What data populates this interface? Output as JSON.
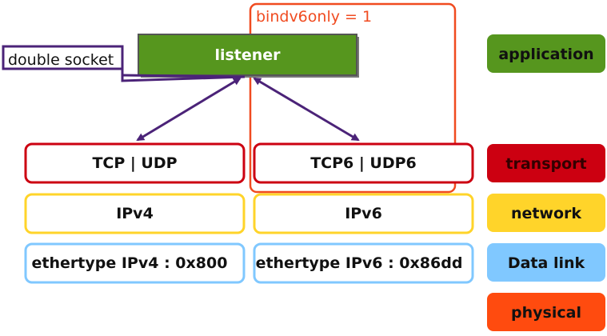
{
  "diagram": {
    "bindv6only_label": "bindv6only = 1",
    "listener_label": "listener",
    "double_socket_label": "double socket",
    "stack_left": {
      "transport": "TCP | UDP",
      "network": "IPv4",
      "datalink": "ethertype IPv4 : 0x800"
    },
    "stack_right": {
      "transport": "TCP6 | UDP6",
      "network": "IPv6",
      "datalink": "ethertype IPv6 : 0x86dd"
    }
  },
  "legend": {
    "application": "application",
    "transport": "transport",
    "network": "network",
    "datalink": "Data link",
    "physical": "physical"
  },
  "colors": {
    "application": "#56961e",
    "transport": "#cc0011",
    "network": "#ffd42a",
    "datalink": "#80c8ff",
    "physical": "#ff4b0f",
    "bindv6only": "#f04b20",
    "callout": "#4b2378",
    "arrow": "#4b2378",
    "dark_text": "#111111",
    "light_text": "#ffffff"
  },
  "icons": {
    "arrow_left": "double-headed-arrow",
    "arrow_right": "double-headed-arrow"
  }
}
